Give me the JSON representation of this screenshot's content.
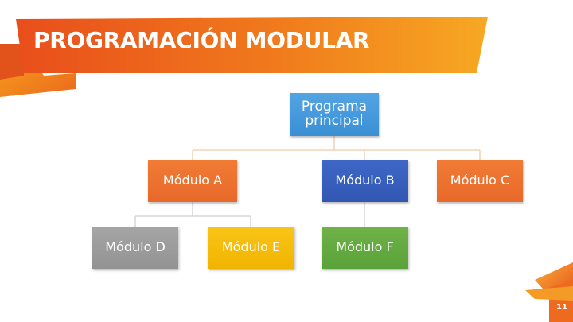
{
  "slide": {
    "title": "PROGRAMACIÓN MODULAR",
    "page_number": "11",
    "accent_color": "#f07a1c"
  },
  "diagram": {
    "root": "Programa\nprincipal",
    "level1": [
      "Módulo A",
      "Módulo B",
      "Módulo C"
    ],
    "level2": [
      "Módulo D",
      "Módulo E",
      "Módulo F"
    ],
    "edges": [
      [
        "Programa principal",
        "Módulo A"
      ],
      [
        "Programa principal",
        "Módulo B"
      ],
      [
        "Programa principal",
        "Módulo C"
      ],
      [
        "Módulo A",
        "Módulo D"
      ],
      [
        "Módulo A",
        "Módulo E"
      ],
      [
        "Módulo B",
        "Módulo F"
      ]
    ],
    "colors": {
      "root": "#4a9bdd",
      "modulo_a": "#ed7230",
      "modulo_b": "#3861bd",
      "modulo_c": "#ed7230",
      "modulo_d": "#9e9e9e",
      "modulo_e": "#f5be0a",
      "modulo_f": "#63aa40"
    }
  }
}
